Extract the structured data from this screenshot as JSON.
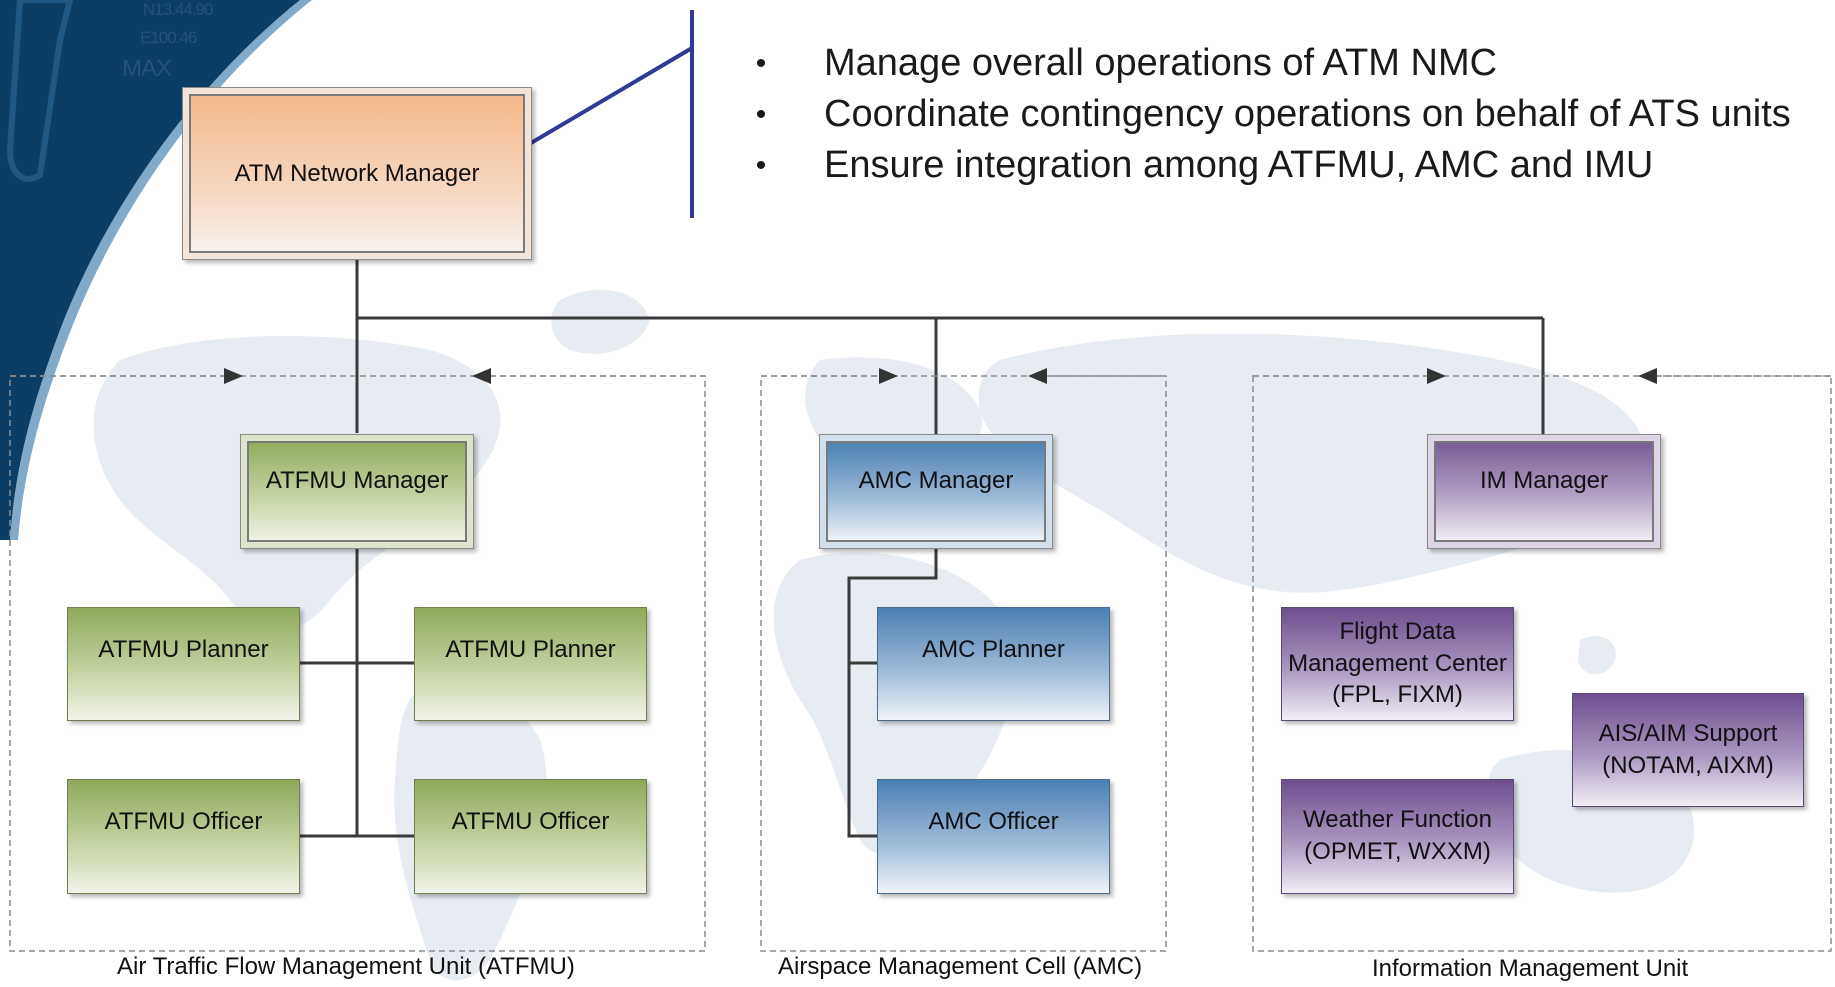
{
  "top_box": {
    "label": "ATM Network Manager",
    "color": "#f4b98a"
  },
  "responsibilities": [
    "Manage overall operations of ATM NMC",
    "Coordinate contingency operations on behalf of ATS units",
    "Ensure integration among ATFMU, AMC and IMU"
  ],
  "units": [
    {
      "name": "Air Traffic Flow Management Unit (ATFMU)",
      "manager": "ATFMU Manager",
      "color": "#93ad5f",
      "roles": [
        "ATFMU Planner",
        "ATFMU Planner",
        "ATFMU Officer",
        "ATFMU Officer"
      ]
    },
    {
      "name": "Airspace Management Cell (AMC)",
      "manager": "AMC Manager",
      "color": "#4d82b5",
      "roles": [
        "AMC Planner",
        "AMC Officer"
      ]
    },
    {
      "name": "Information Management Unit",
      "manager": "IM Manager",
      "color": "#7a5c97",
      "roles": [
        "Flight Data Management Center (FPL, FIXM)",
        "AIS/AIM Support (NOTAM, AIXM)",
        "Weather Function (OPMET, WXXM)"
      ]
    }
  ],
  "corner_text": [
    "N13.44.90",
    "E100.46",
    "MAX"
  ]
}
